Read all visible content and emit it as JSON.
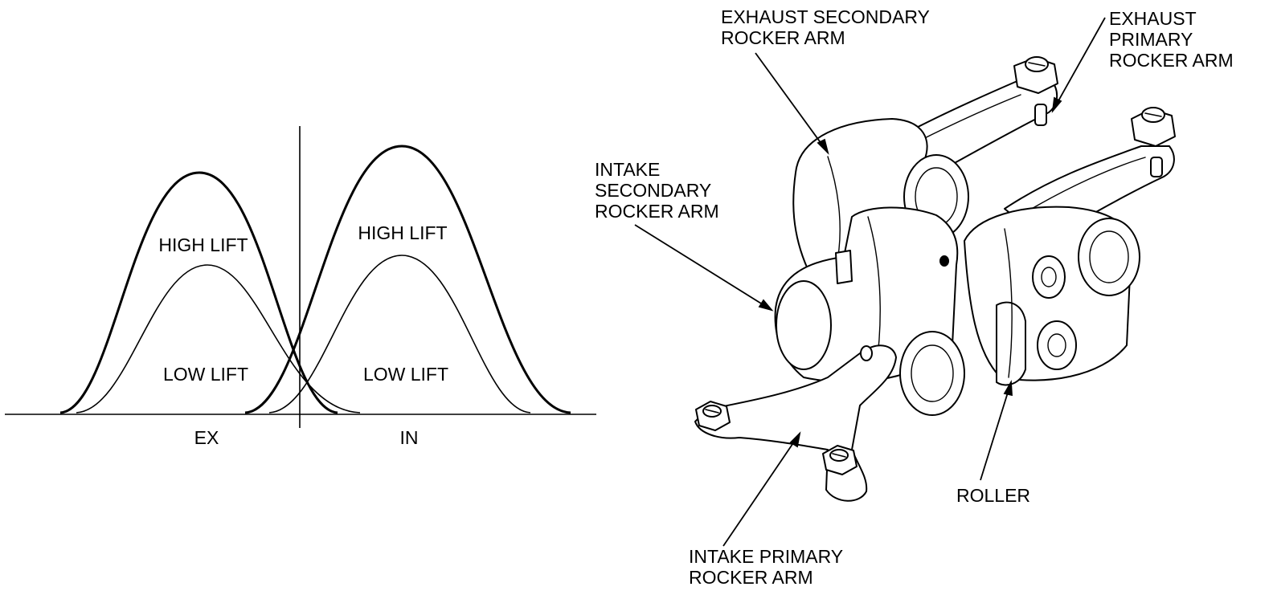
{
  "lift_graph": {
    "ex_high_label": "HIGH LIFT",
    "ex_low_label": "LOW LIFT",
    "in_high_label": "HIGH LIFT",
    "in_low_label": "LOW LIFT",
    "ex_axis_label": "EX",
    "in_axis_label": "IN"
  },
  "rocker_diagram": {
    "callouts": [
      {
        "id": "exhaust-secondary",
        "lines": [
          "EXHAUST SECONDARY",
          "ROCKER ARM"
        ]
      },
      {
        "id": "exhaust-primary",
        "lines": [
          "EXHAUST",
          "PRIMARY",
          "ROCKER ARM"
        ]
      },
      {
        "id": "intake-secondary",
        "lines": [
          "INTAKE",
          "SECONDARY",
          "ROCKER ARM"
        ]
      },
      {
        "id": "roller",
        "lines": [
          "ROLLER"
        ]
      },
      {
        "id": "intake-primary",
        "lines": [
          "INTAKE PRIMARY",
          "ROCKER ARM"
        ]
      }
    ]
  },
  "colors": {
    "ink": "#000000",
    "paper": "#ffffff"
  }
}
